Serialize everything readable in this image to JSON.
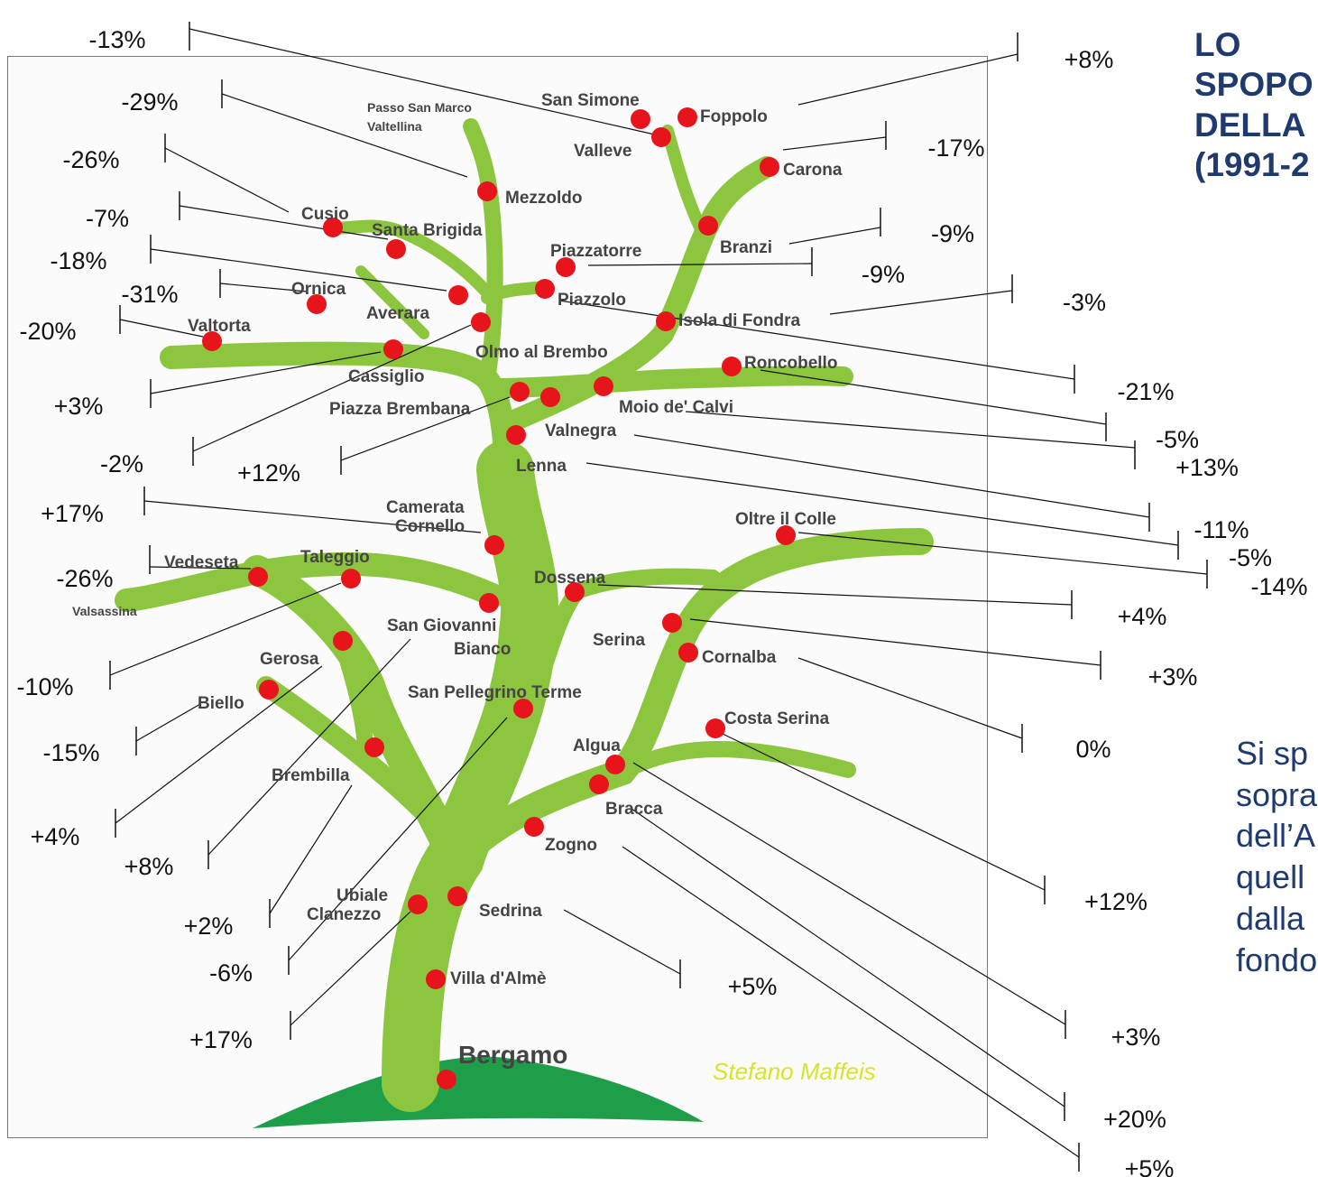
{
  "title_lines": [
    "LO",
    "SPOPO",
    "DELLA",
    "(1991-2"
  ],
  "note_lines": [
    "Si sp",
    "sopra",
    "dell’A",
    "quell",
    "dalla",
    "fondo"
  ],
  "signature": "Stefano Maffeis",
  "capital": "Bergamo",
  "towns": [
    {
      "name": "San Simone",
      "change": ""
    },
    {
      "name": "Foppolo",
      "change": "+8%"
    },
    {
      "name": "Valleve",
      "change": "-13%"
    },
    {
      "name": "Carona",
      "change": "-17%"
    },
    {
      "name": "Mezzoldo",
      "change": "-29%"
    },
    {
      "name": "Cusio",
      "change": "-26%"
    },
    {
      "name": "Santa Brigida",
      "change": "-7%"
    },
    {
      "name": "Branzi",
      "change": "-9%"
    },
    {
      "name": "Piazzatorre",
      "change": "-9%"
    },
    {
      "name": "Ornica",
      "change": "-31%"
    },
    {
      "name": "Averara",
      "change": "-18%"
    },
    {
      "name": "Piazzolo",
      "change": "-21%"
    },
    {
      "name": "Valtorta",
      "change": "-20%"
    },
    {
      "name": "Isola di Fondra",
      "change": "-3%"
    },
    {
      "name": "Olmo al Brembo",
      "change": "-2%"
    },
    {
      "name": "Cassiglio",
      "change": "+3%"
    },
    {
      "name": "Roncobello",
      "change": "-5%"
    },
    {
      "name": "Piazza Brembana",
      "change": "+12%"
    },
    {
      "name": "Moio de' Calvi",
      "change": "+13%"
    },
    {
      "name": "Valnegra",
      "change": "-11%"
    },
    {
      "name": "Lenna",
      "change": "-5%"
    },
    {
      "name": "Camerata Cornello",
      "change": "+17%"
    },
    {
      "name": "Oltre il Colle",
      "change": "-14%"
    },
    {
      "name": "Vedeseta",
      "change": "-26%"
    },
    {
      "name": "Taleggio",
      "change": "-10%"
    },
    {
      "name": "Dossena",
      "change": "+4%"
    },
    {
      "name": "San Giovanni Bianco",
      "change": "+8%"
    },
    {
      "name": "Serina",
      "change": "+3%"
    },
    {
      "name": "Cornalba",
      "change": "0%"
    },
    {
      "name": "Gerosa",
      "change": "+4%"
    },
    {
      "name": "Biello",
      "change": "-15%"
    },
    {
      "name": "San Pellegrino Terme",
      "change": "-6%"
    },
    {
      "name": "Costa Serina",
      "change": "+12%"
    },
    {
      "name": "Algua",
      "change": "+3%"
    },
    {
      "name": "Brembilla",
      "change": "+2%"
    },
    {
      "name": "Bracca",
      "change": "+20%"
    },
    {
      "name": "Zogno",
      "change": "+5%"
    },
    {
      "name": "Ubiale Clanezzo",
      "change": "+17%"
    },
    {
      "name": "Sedrina",
      "change": "+5%"
    },
    {
      "name": "Villa d'Almè",
      "change": ""
    }
  ],
  "passes": [
    "Passo San Marco",
    "Valtellina",
    "Valsassina"
  ],
  "colors": {
    "tree": "#8cc63f",
    "hill": "#1e9e48",
    "town": "#e8141c",
    "label": "#444444",
    "sig": "#d6e626",
    "title": "#1f3a6e"
  }
}
